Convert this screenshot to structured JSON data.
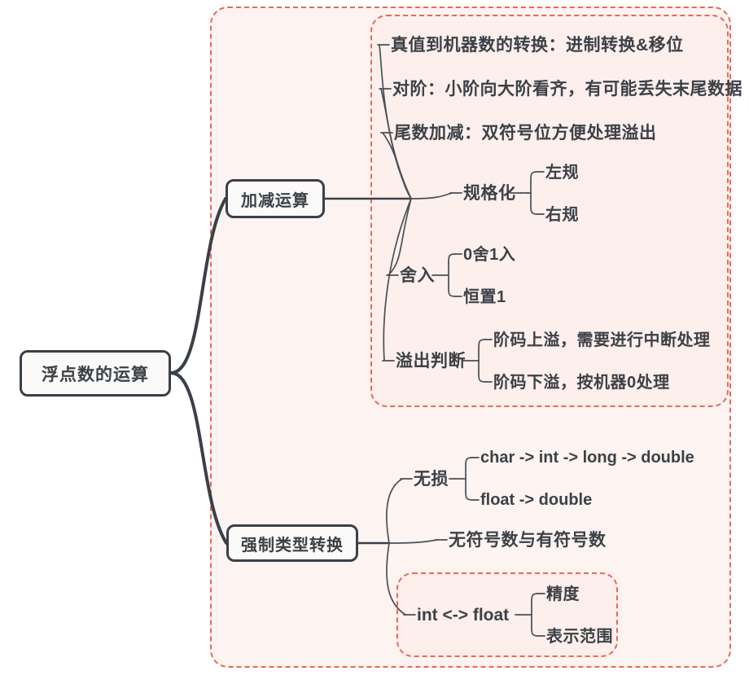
{
  "diagram": {
    "type": "mind-map",
    "title": "浮点数的运算",
    "colors": {
      "node_border": "#3a4048",
      "node_fill": "#fbfaf8",
      "region_border": "#e8695a",
      "region_fill": "#fdf3f1",
      "region_inner_fill": "#fcefec",
      "wire": "#4a4f56",
      "text": "#3c4147",
      "page_background": "#ffffff"
    },
    "root": {
      "label": "浮点数的运算"
    },
    "branches": [
      {
        "id": "add-sub",
        "label": "加减运算",
        "children": [
          {
            "label": "真值到机器数的转换：进制转换&移位",
            "children": []
          },
          {
            "label": "对阶：小阶向大阶看齐，有可能丢失末尾数据",
            "children": []
          },
          {
            "label": "尾数加减：双符号位方便处理溢出",
            "children": []
          },
          {
            "label": "规格化",
            "children": [
              {
                "label": "左规"
              },
              {
                "label": "右规"
              }
            ]
          },
          {
            "label": "舍入",
            "children": [
              {
                "label": "0舍1入"
              },
              {
                "label": "恒置1"
              }
            ]
          },
          {
            "label": "溢出判断",
            "children": [
              {
                "label": "阶码上溢，需要进行中断处理"
              },
              {
                "label": "阶码下溢，按机器0处理"
              }
            ]
          }
        ]
      },
      {
        "id": "type-cast",
        "label": "强制类型转换",
        "children": [
          {
            "label": "无损",
            "children": [
              {
                "label": "char -> int -> long -> double"
              },
              {
                "label": "float -> double"
              }
            ]
          },
          {
            "label": "无符号数与有符号数",
            "children": []
          },
          {
            "label": "int <-> float",
            "children": [
              {
                "label": "精度"
              },
              {
                "label": "表示范围"
              }
            ]
          }
        ]
      }
    ],
    "regions": [
      {
        "id": "outer-region",
        "name": "all-branches-highlight"
      },
      {
        "id": "inner-region-add",
        "name": "add-sub-details-highlight"
      },
      {
        "id": "inner-region-cast",
        "name": "int-float-highlight"
      }
    ]
  }
}
